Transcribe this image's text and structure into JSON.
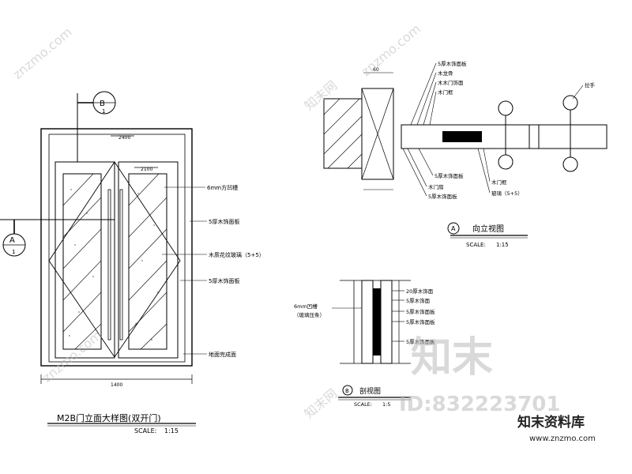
{
  "elevation": {
    "title": "M2B门立面大样图(双开门)",
    "scale_label": "SCALE:",
    "scale_value": "1:15",
    "section_marker_a": {
      "letter": "A",
      "number": "1"
    },
    "section_marker_b": {
      "letter": "B",
      "number": "1"
    },
    "dim_top_1": "2400",
    "dim_top_2": "2100",
    "dim_bottom": "1400",
    "callouts": [
      "6mm方凹槽",
      "5厚木饰面板",
      "木质花纹玻璃（5+5）",
      "5厚木饰面板",
      "地面完成面"
    ]
  },
  "plan_section": {
    "title": "A",
    "title_text": "向立视图",
    "scale_label": "SCALE:",
    "scale_value": "1:15",
    "dim": "60",
    "callouts_top": [
      "5厚木饰面板",
      "木龙骨",
      "木木门饰面",
      "木门框"
    ],
    "callouts_right": [
      "拉手"
    ],
    "callouts_bottom": [
      "5厚木饰面板",
      "木门扇",
      "5厚木饰面板",
      "木门框",
      "玻璃（5+5）"
    ]
  },
  "detail_section": {
    "title": "B",
    "title_text": "剖视图",
    "scale_label": "SCALE:",
    "scale_value": "1:5",
    "callouts_left": [
      "6mm凹槽",
      "（玻璃压条）"
    ],
    "callouts_right": [
      "20厚木饰面",
      "5厚木饰面",
      "5厚木饰面板",
      "5厚木饰面板",
      "5厚木饰面板"
    ]
  },
  "watermarks": {
    "brand_cn": "知末",
    "id_text": "ID:832223701",
    "site_cn": "知末资料库",
    "site_url": "www.znzmo.com",
    "diag": "znzmo.com",
    "diag_cn": "知末网"
  }
}
